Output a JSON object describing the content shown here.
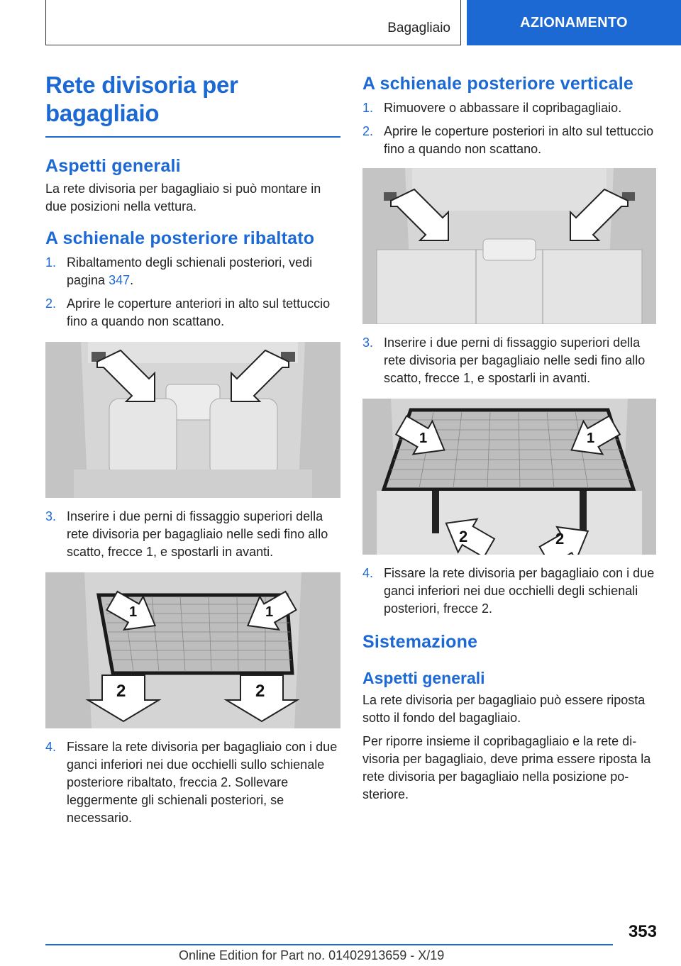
{
  "header": {
    "section": "Bagagliaio",
    "chapter": "AZIONAMENTO"
  },
  "left": {
    "title_line1": "Rete divisoria per",
    "title_line2": "bagagliaio",
    "h_general": "Aspetti generali",
    "p_general": "La rete divisoria per bagagliaio si può montare in due posizioni nella vettura.",
    "h_folded": "A schienale posteriore ribaltato",
    "steps": [
      {
        "num": "1.",
        "text": "Ribaltamento degli schienali posteriori, vedi pagina ",
        "link": "347",
        "after": "."
      },
      {
        "num": "2.",
        "text": "Aprire le coperture anteriori in alto sul tettuc­cio fino a quando non scattano."
      },
      {
        "num": "3.",
        "text": "Inserire i due perni di fissaggio superiori della rete divisoria per bagagliaio nelle sedi fino allo scatto, frecce 1, e spostarli in avanti."
      },
      {
        "num": "4.",
        "text": "Fissare la rete divisoria per bagagliaio con i due ganci inferiori nei due occhielli sullo schienale posteriore ribaltato, freccia 2. Solle­vare leggermente gli schienali posteriori, se necessario."
      }
    ]
  },
  "right": {
    "h_upright": "A schienale posteriore verticale",
    "steps": [
      {
        "num": "1.",
        "text": "Rimuovere o abbassare il copribagagliaio."
      },
      {
        "num": "2.",
        "text": "Aprire le coperture posteriori in alto sul tet­tuccio fino a quando non scattano."
      },
      {
        "num": "3.",
        "text": "Inserire i due perni di fissaggio superiori della rete divisoria per bagagliaio nelle sedi fino allo scatto, frecce 1, e spostarli in avanti."
      },
      {
        "num": "4.",
        "text": "Fissare la rete divisoria per bagagliaio con i due ganci inferiori nei due occhielli degli schienali posteriori, frecce 2."
      }
    ],
    "h_storage": "Sistemazione",
    "h_storage_general": "Aspetti generali",
    "p_storage1": "La rete divisoria per bagagliaio può essere ripo­sta sotto il fondo del bagagliaio.",
    "p_storage2": "Per riporre insieme il copribagagliaio e la rete di­visoria per bagagliaio, deve prima essere riposta la rete divisoria per bagagliaio nella posizione po­steriore."
  },
  "figures": {
    "label_1": "1",
    "label_2": "2"
  },
  "footer": {
    "page": "353",
    "edition": "Online Edition for Part no. 01402913659 - X/19"
  },
  "colors": {
    "accent": "#1c69d4",
    "text": "#222222",
    "figure_bg": "#dcdcdc"
  }
}
